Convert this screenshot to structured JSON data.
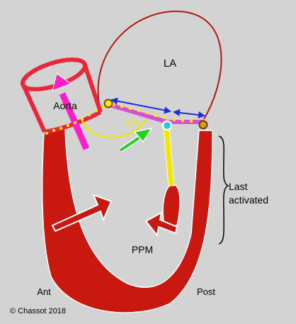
{
  "labels": {
    "la": "LA",
    "aorta": "Aorta",
    "ma": "MA",
    "last_activated_line1": "Last",
    "last_activated_line2": "activated",
    "ppm": "PPM",
    "ant": "Ant",
    "post": "Post",
    "copyright": "© Chassot 2018"
  },
  "colors": {
    "background": "#d3d3d3",
    "myocardium": "#c8180f",
    "atrium_outline": "#b01a10",
    "aorta": "#e8283a",
    "ejection_arrow": "#ff1ec8",
    "annulus": "#d84fcf",
    "mitral_arc": "#f2e600",
    "chord": "#f2e600",
    "blue_arrows": "#1a2fd6",
    "green_arrow": "#1fd21f",
    "dots": "#ffea00",
    "cyan_dot": "#22c8e0"
  }
}
